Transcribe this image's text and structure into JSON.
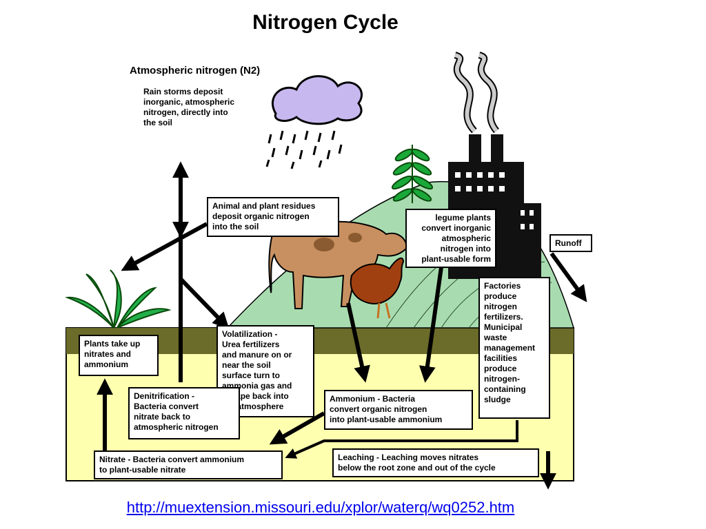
{
  "title": "Nitrogen Cycle",
  "atmosphere": {
    "heading": "Atmospheric nitrogen (N2)",
    "rain_note": "Rain storms deposit\ninorganic, atmospheric\nnitrogen, directly into\nthe soil"
  },
  "boxes": {
    "residues": "Animal and plant residues\ndeposit organic nitrogen\ninto the soil",
    "legume": "legume plants\nconvert inorganic\natmospheric\nnitrogen into\nplant-usable form",
    "runoff": "Runoff",
    "factories": "Factories\nproduce\nnitrogen\nfertilizers.\nMunicipal\nwaste\nmanagement\nfacilities\nproduce\nnitrogen-\ncontaining\nsludge",
    "plants_take_up": "Plants take up\nnitrates and\nammonium",
    "volatilization": "Volatilization -\nUrea fertilizers\nand manure on or\nnear the soil\nsurface turn to\nammonia gas and\nescape back into\nthe atmosphere",
    "denitrification": "Denitrification -\nBacteria convert\nnitrate back to\natmospheric nitrogen",
    "ammonium": "Ammonium - Bacteria\nconvert organic nitrogen\ninto plant-usable ammonium",
    "nitrate": "Nitrate - Bacteria convert ammonium\nto plant-usable nitrate",
    "leaching": "Leaching - Leaching moves nitrates\nbelow the root zone and out of the cycle"
  },
  "source_link": "http://muextension.missouri.edu/xplor/waterq/wq0252.htm",
  "colors": {
    "soil_top": "#6b6b2a",
    "soil": "#ffffb0",
    "hill": "#a8dcb0",
    "cloud": "#c8b8f0",
    "cow": "#c89060",
    "hen": "#a04010",
    "link": "#0000ee"
  }
}
